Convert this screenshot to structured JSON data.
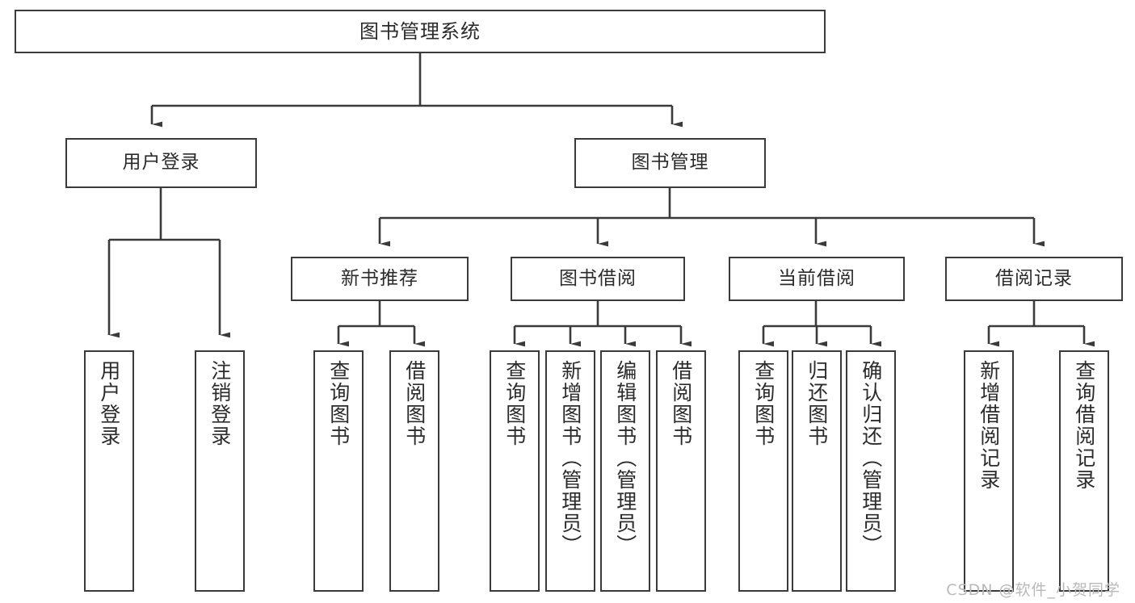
{
  "diagram": {
    "type": "tree",
    "title": "图书管理系统",
    "stroke_color": "#3a3a3a",
    "text_color": "#2b2b2b",
    "background": "#ffffff",
    "root": {
      "label": "图书管理系统"
    },
    "level2": [
      {
        "label": "用户登录"
      },
      {
        "label": "图书管理"
      }
    ],
    "level3": [
      {
        "label": "新书推荐"
      },
      {
        "label": "图书借阅"
      },
      {
        "label": "当前借阅"
      },
      {
        "label": "借阅记录"
      }
    ],
    "leaves": {
      "user_login": [
        {
          "label": "用户登录"
        },
        {
          "label": "注销登录"
        }
      ],
      "new_book_recommend": [
        {
          "label": "查询图书"
        },
        {
          "label": "借阅图书"
        }
      ],
      "book_borrow": [
        {
          "label": "查询图书"
        },
        {
          "label": "新增图书（管理员）"
        },
        {
          "label": "编辑图书（管理员）"
        },
        {
          "label": "借阅图书"
        }
      ],
      "current_borrow": [
        {
          "label": "查询图书"
        },
        {
          "label": "归还图书"
        },
        {
          "label": "确认归还（管理员）"
        }
      ],
      "borrow_record": [
        {
          "label": "新增借阅记录"
        },
        {
          "label": "查询借阅记录"
        }
      ]
    }
  },
  "watermark": {
    "text": "CSDN @软件_小贺同学"
  }
}
